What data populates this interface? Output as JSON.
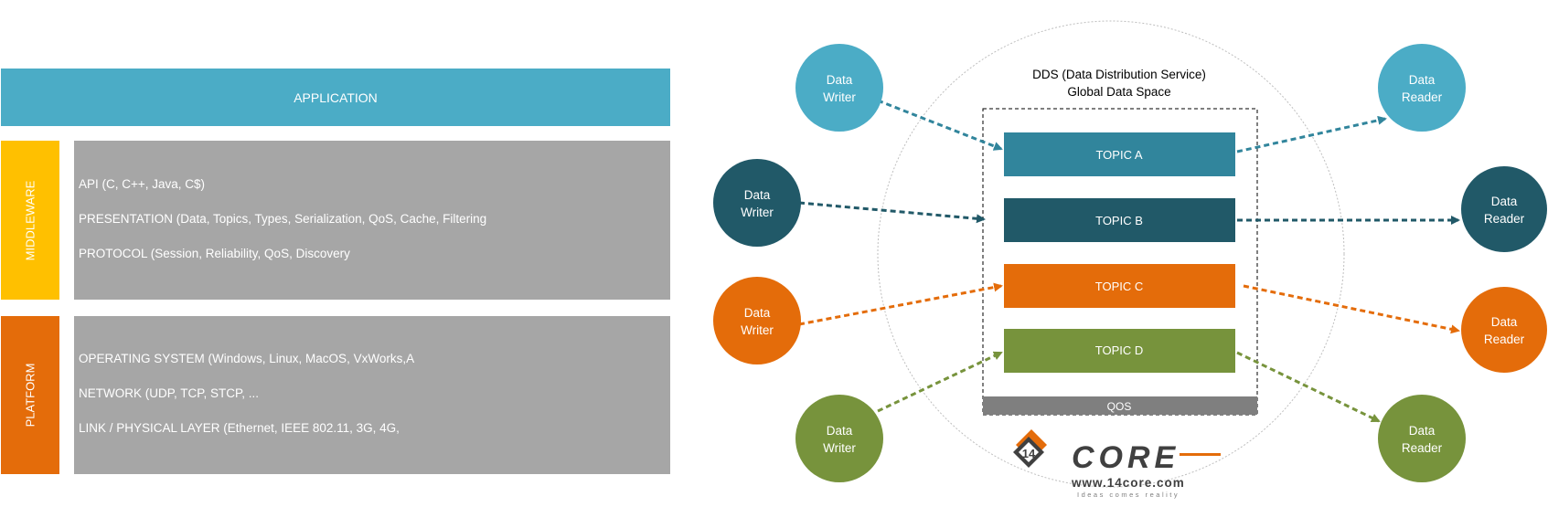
{
  "stack": {
    "application": "APPLICATION",
    "middleware": {
      "label": "MIDDLEWARE",
      "lines": [
        "API (C, C++, Java, C$)",
        "PRESENTATION (Data, Topics, Types, Serialization, QoS, Cache, Filtering",
        "PROTOCOL (Session, Reliability, QoS, Discovery"
      ]
    },
    "platform": {
      "label": "PLATFORM",
      "lines": [
        "OPERATING SYSTEM (Windows, Linux, MacOS, VxWorks,A",
        "NETWORK (UDP, TCP, STCP, ...",
        "LINK / PHYSICAL LAYER (Ethernet, IEEE 802.11, 3G, 4G,"
      ]
    }
  },
  "dds": {
    "title_line1": "DDS (Data Distribution Service)",
    "title_line2": "Global Data Space",
    "qos": "QOS",
    "topics": [
      {
        "label": "TOPIC A",
        "color": "#31859c"
      },
      {
        "label": "TOPIC B",
        "color": "#215968"
      },
      {
        "label": "TOPIC C",
        "color": "#e46c0a"
      },
      {
        "label": "TOPIC D",
        "color": "#77933c"
      }
    ],
    "writers": [
      {
        "line1": "Data",
        "line2": "Writer",
        "color": "#4bacc6"
      },
      {
        "line1": "Data",
        "line2": "Writer",
        "color": "#215968"
      },
      {
        "line1": "Data",
        "line2": "Writer",
        "color": "#e46c0a"
      },
      {
        "line1": "Data",
        "line2": "Writer",
        "color": "#77933c"
      }
    ],
    "readers": [
      {
        "line1": "Data",
        "line2": "Reader",
        "color": "#4bacc6"
      },
      {
        "line1": "Data",
        "line2": "Reader",
        "color": "#215968"
      },
      {
        "line1": "Data",
        "line2": "Reader",
        "color": "#e46c0a"
      },
      {
        "line1": "Data",
        "line2": "Reader",
        "color": "#77933c"
      }
    ]
  },
  "logo": {
    "brand": "CORE",
    "url": "www.14core.com",
    "tagline": "Ideas comes reality",
    "badge": "14"
  }
}
